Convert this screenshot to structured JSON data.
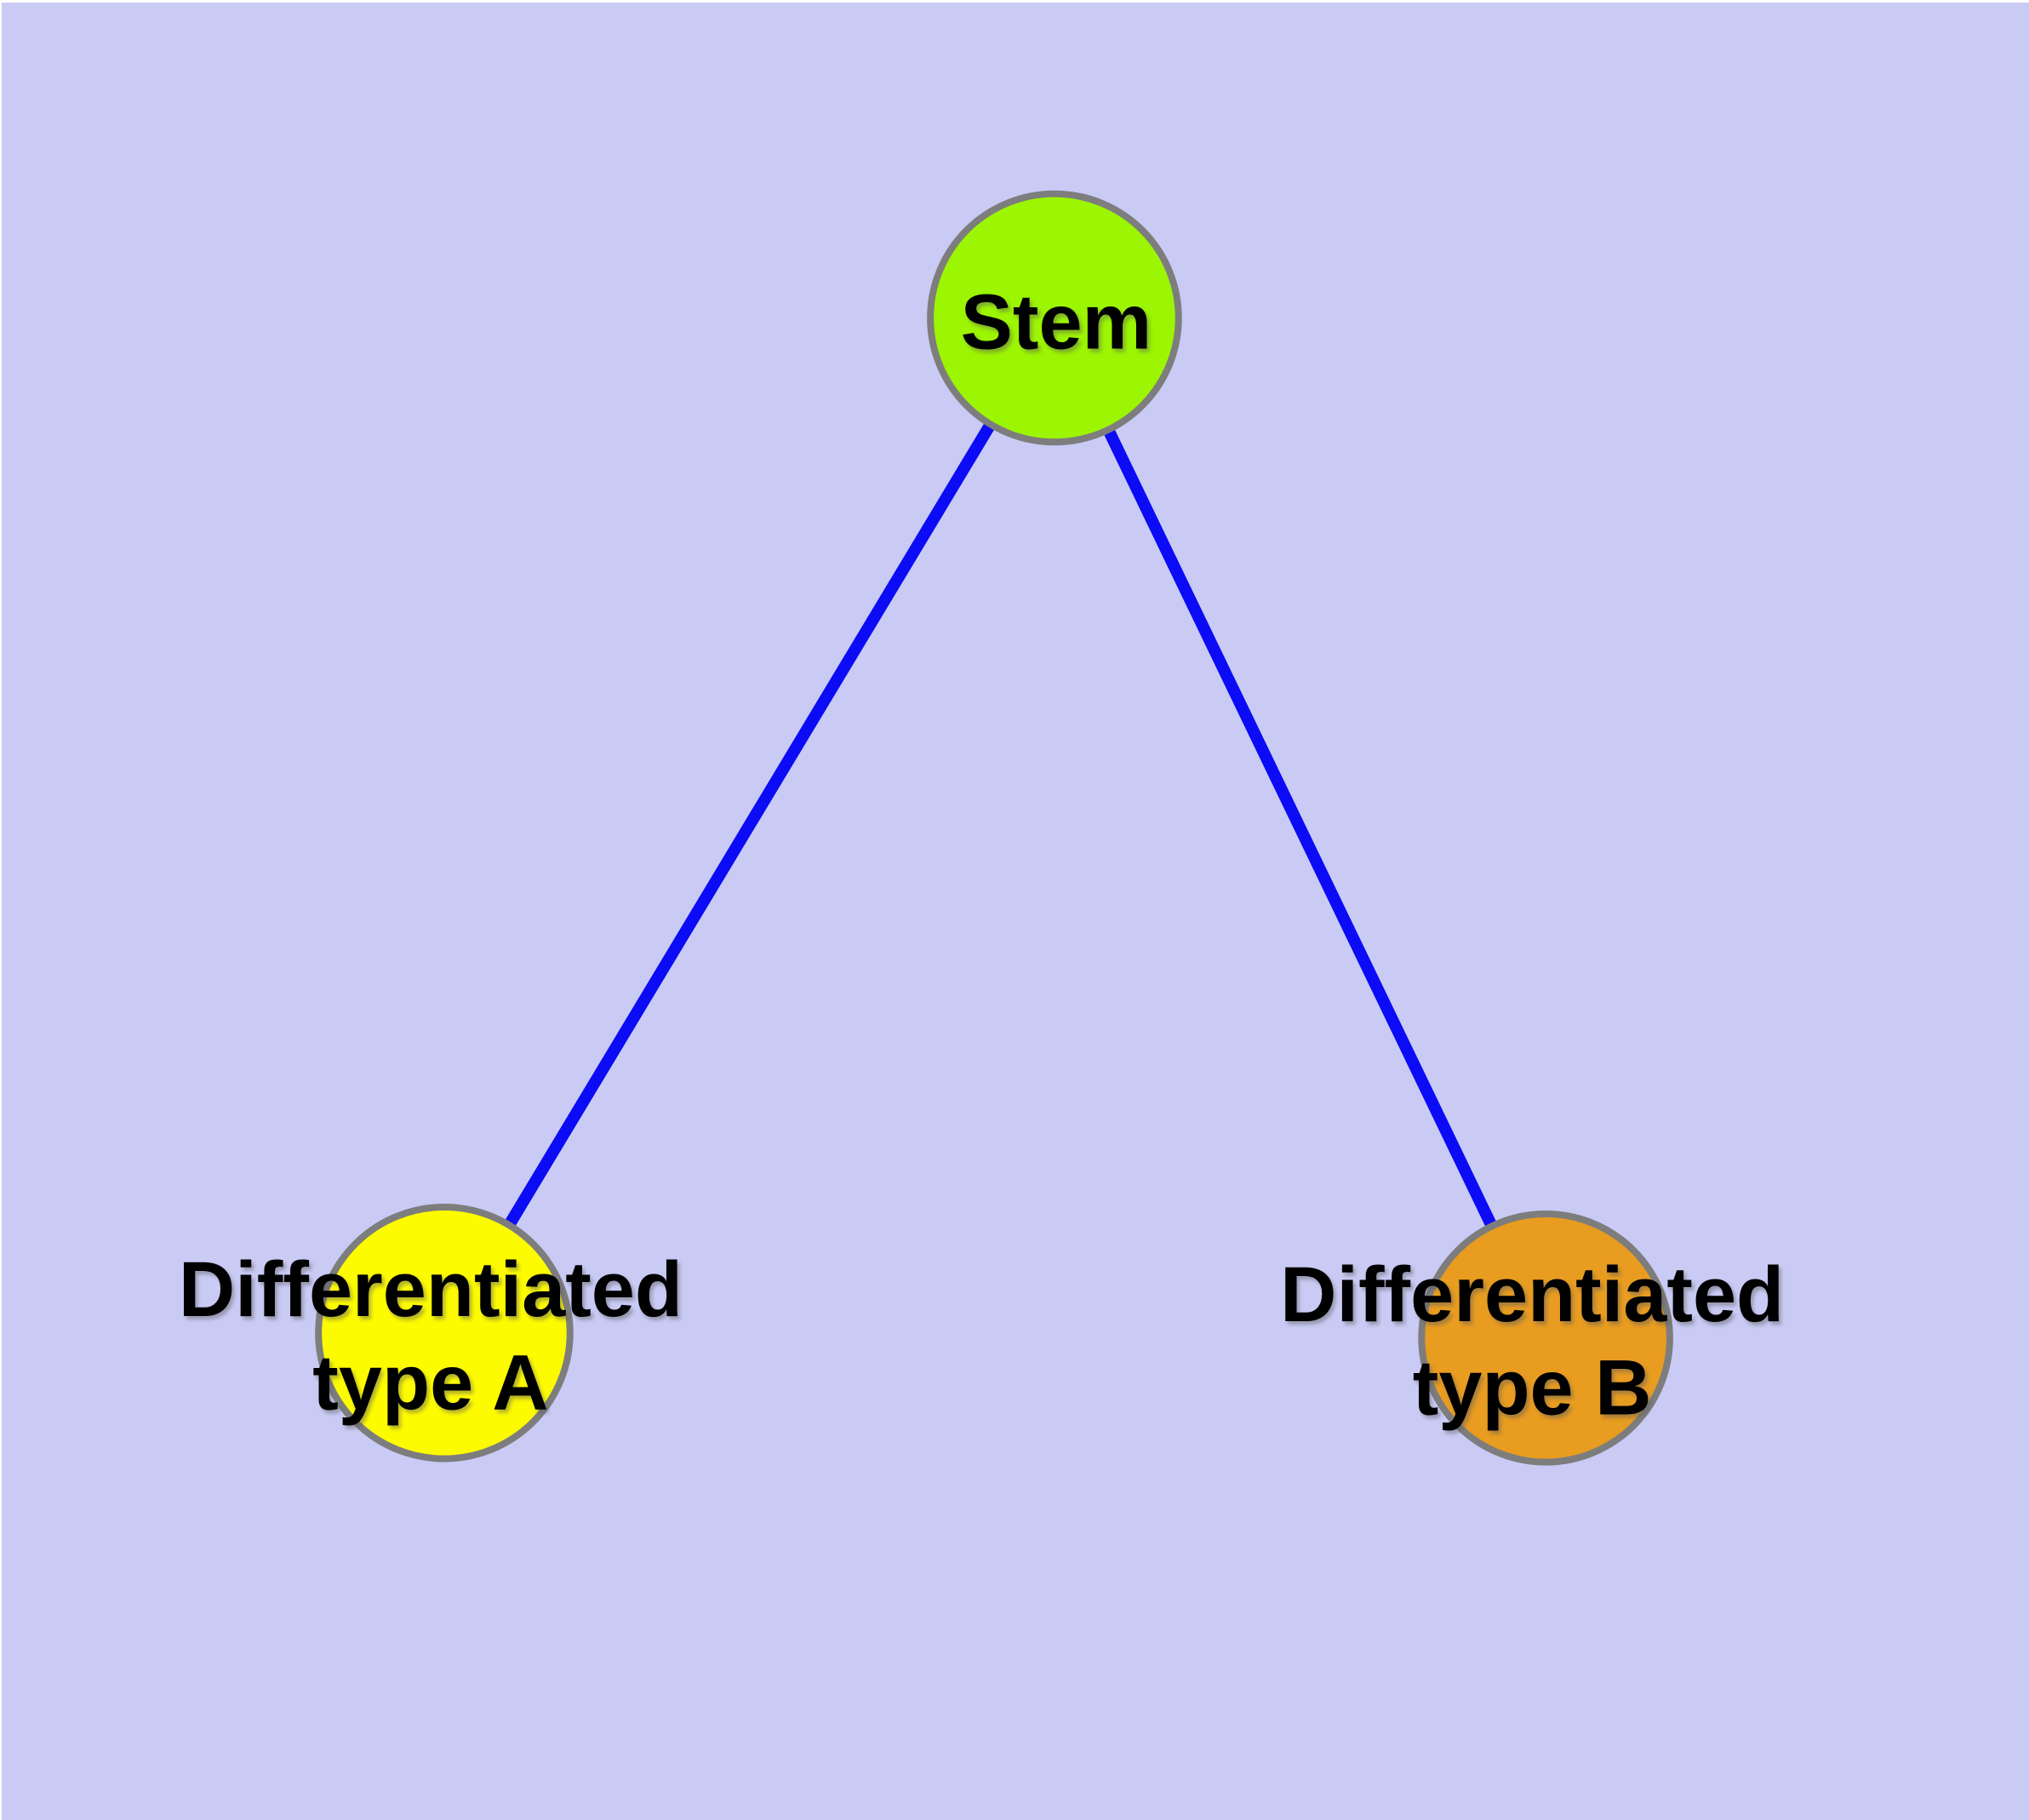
{
  "diagram": {
    "background_color": "#c9cbf5",
    "frame_color": "#fdfdfd",
    "edge_color": "#0b0bf6",
    "node_border_color": "#7d7d7d",
    "label_color": "#000000",
    "nodes": {
      "stem": {
        "label": "Stem",
        "fill": "#9cf502"
      },
      "type_a": {
        "label_line1": "Differentiated",
        "label_line2": "type A",
        "fill": "#fdfb00"
      },
      "type_b": {
        "label_line1": "Differentiated",
        "label_line2": "type B",
        "fill": "#e89c20"
      }
    },
    "edges": [
      {
        "name": "stem-to-type-a",
        "from": "stem",
        "to": "type_a"
      },
      {
        "name": "stem-to-type-b",
        "from": "stem",
        "to": "type_b"
      }
    ]
  }
}
